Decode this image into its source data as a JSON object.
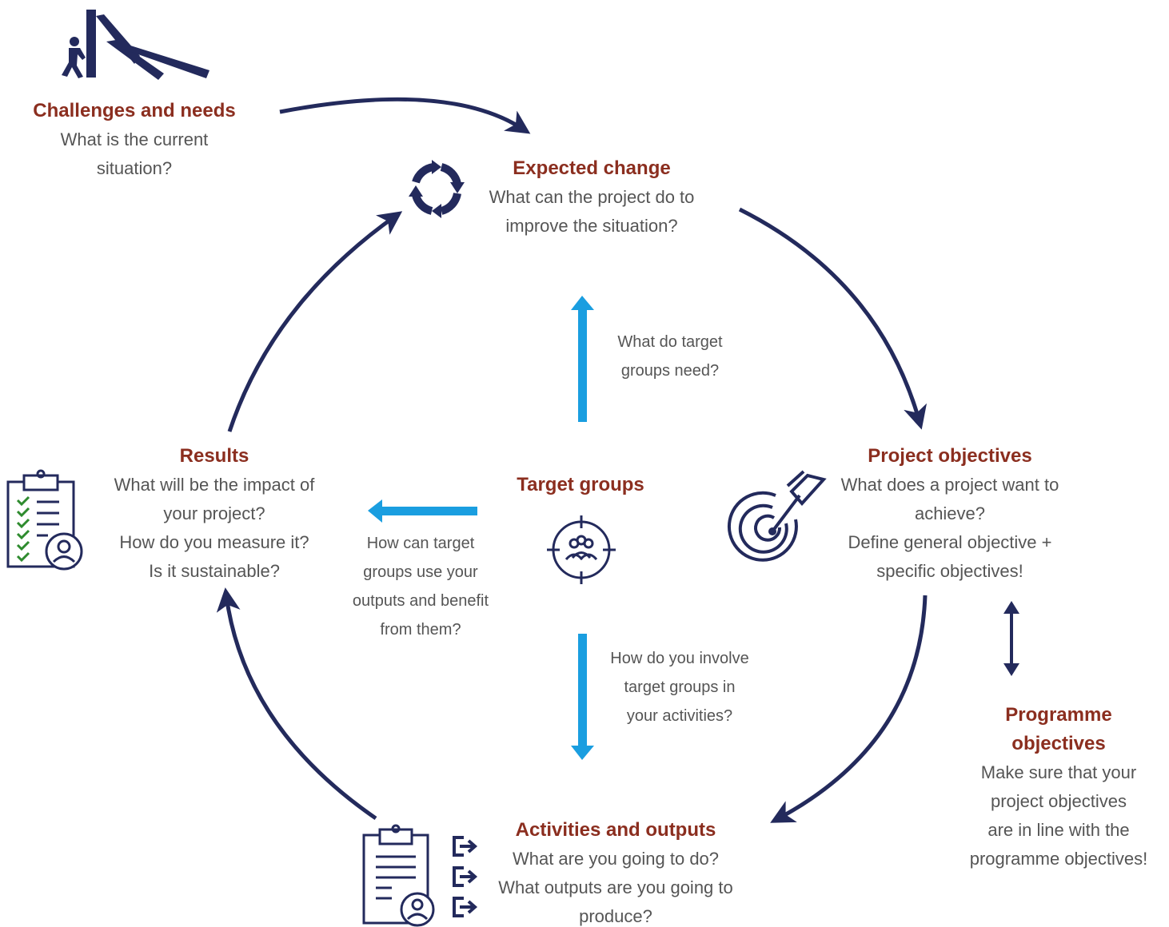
{
  "colors": {
    "navy": "#232a5c",
    "blue": "#1a9ee0",
    "title_red": "#8b2e1f",
    "body_gray": "#555555",
    "check_green": "#2e8b2e"
  },
  "nodes": {
    "challenges": {
      "title": "Challenges and needs",
      "lines": [
        "What is the current",
        "situation?"
      ],
      "icon": "domino-push-icon"
    },
    "expected_change": {
      "title": "Expected change",
      "lines": [
        "What can the project do to",
        "improve the situation?"
      ],
      "icon": "cycle-arrows-icon"
    },
    "project_objectives": {
      "title": "Project objectives",
      "lines": [
        "What does a project want to",
        "achieve?",
        "Define general objective +",
        "specific objectives!"
      ],
      "icon": "target-arrow-icon"
    },
    "programme_objectives": {
      "title_lines": [
        "Programme",
        "objectives"
      ],
      "lines": [
        "Make sure that your",
        "project objectives",
        "are in line with the",
        "programme objectives!"
      ]
    },
    "activities": {
      "title": "Activities and outputs",
      "lines": [
        "What are you going to do?",
        "What outputs are you going to",
        "produce?"
      ],
      "icon": "clipboard-output-icon"
    },
    "results": {
      "title": "Results",
      "lines": [
        "What will be the impact of",
        "your project?",
        "How do you measure it?",
        "Is it sustainable?"
      ],
      "icon": "checklist-person-icon"
    },
    "target_groups": {
      "title": "Target groups",
      "icon": "group-target-icon"
    }
  },
  "questions": {
    "up": [
      "What do target",
      "groups need?"
    ],
    "left": [
      "How can target",
      "groups use your",
      "outputs and benefit",
      "from them?"
    ],
    "down": [
      "How do you involve",
      "target groups in",
      "your activities?"
    ]
  }
}
